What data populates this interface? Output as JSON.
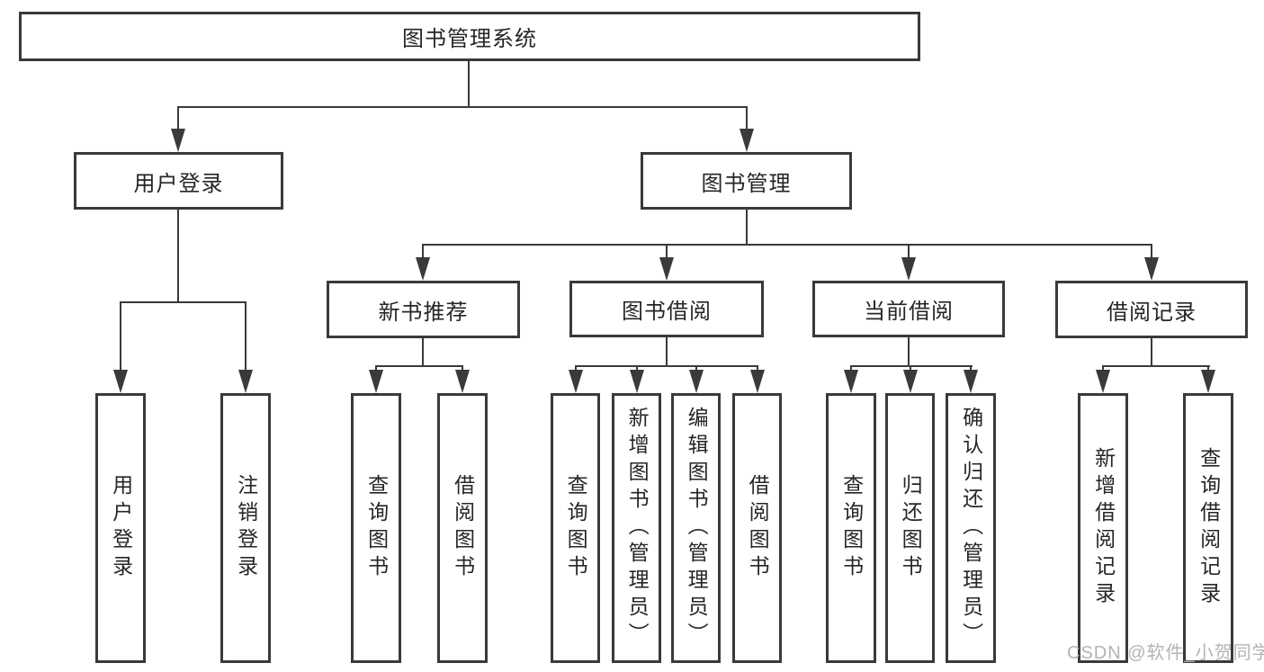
{
  "tree": {
    "label": "图书管理系统",
    "children": [
      {
        "label": "用户登录",
        "children": [
          {
            "label": "用户登录"
          },
          {
            "label": "注销登录"
          }
        ]
      },
      {
        "label": "图书管理",
        "children": [
          {
            "label": "新书推荐",
            "children": [
              {
                "label": "查询图书"
              },
              {
                "label": "借阅图书"
              }
            ]
          },
          {
            "label": "图书借阅",
            "children": [
              {
                "label": "查询图书"
              },
              {
                "label": "新增图书（管理员）"
              },
              {
                "label": "编辑图书（管理员）"
              },
              {
                "label": "借阅图书"
              }
            ]
          },
          {
            "label": "当前借阅",
            "children": [
              {
                "label": "查询图书"
              },
              {
                "label": "归还图书"
              },
              {
                "label": "确认归还（管理员）"
              }
            ]
          },
          {
            "label": "借阅记录",
            "children": [
              {
                "label": "新增借阅记录"
              },
              {
                "label": "查询借阅记录"
              }
            ]
          }
        ]
      }
    ]
  },
  "watermark": {
    "text": "CSDN @软件_小贺同学"
  },
  "colors": {
    "line": "#3a3a3a",
    "text": "#262626",
    "watermark": "#b3b3b8",
    "background": "#ffffff"
  }
}
